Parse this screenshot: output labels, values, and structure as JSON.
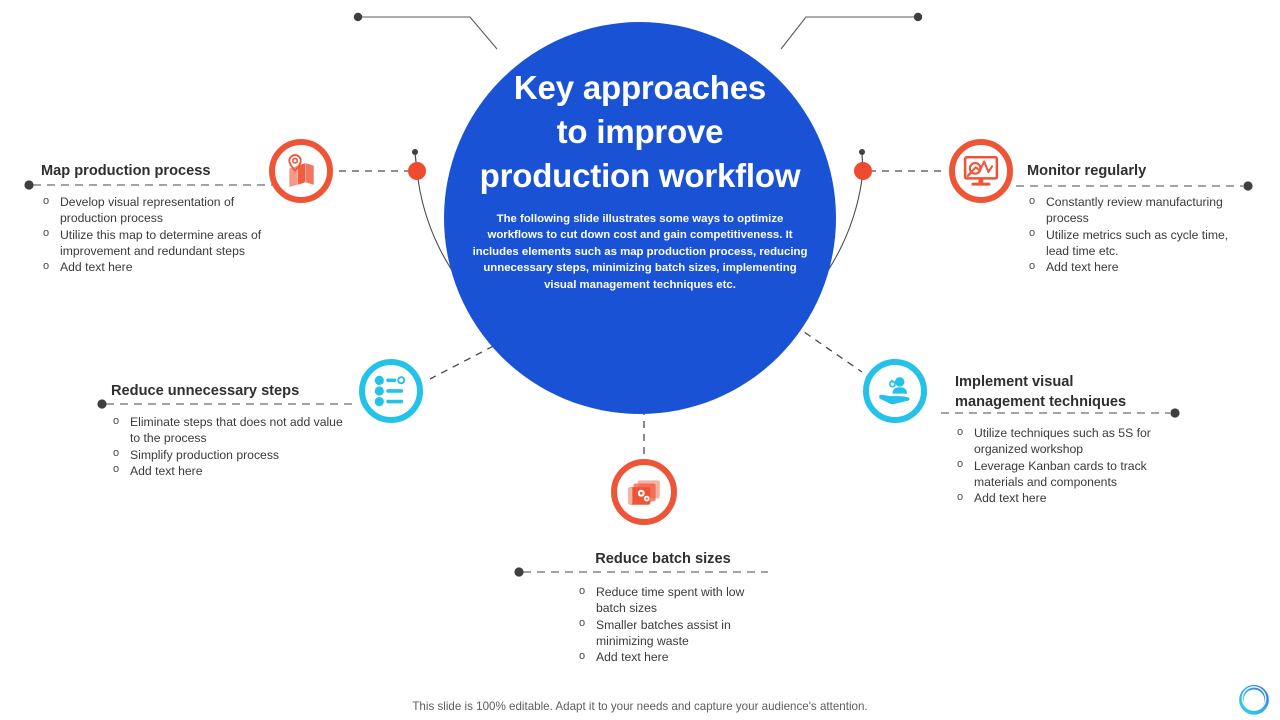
{
  "hub": {
    "title": "Key approaches to improve production workflow",
    "title_lines": [
      "Key approaches",
      "to improve",
      "production workflow"
    ],
    "subtitle": "The following slide illustrates some ways to optimize workflows to cut down cost and gain competitiveness. It includes elements such as map production process, reducing unnecessary steps, minimizing batch sizes, implementing visual management techniques etc."
  },
  "colors": {
    "hub_blue": "#1A52D6",
    "accent_orange": "#EE5537",
    "accent_cyan": "#24C1E8",
    "dot_gray": "#3f3f3f",
    "line_gray": "#6e6e6e",
    "text_dark": "#2f2f2f"
  },
  "nodes": [
    {
      "id": "map-production-process",
      "heading": "Map production process",
      "icon": "map-pin-icon",
      "icon_color": "#EE5537",
      "bullets": [
        "Develop visual representation of production process",
        "Utilize this map to determine areas of improvement and redundant steps",
        "Add text here"
      ]
    },
    {
      "id": "monitor-regularly",
      "heading": "Monitor regularly",
      "icon": "monitor-analytics-icon",
      "icon_color": "#EE5537",
      "bullets": [
        "Constantly review manufacturing process",
        "Utilize metrics such as cycle time, lead time etc.",
        "Add text here"
      ]
    },
    {
      "id": "reduce-unnecessary-steps",
      "heading": "Reduce unnecessary steps",
      "icon": "settings-checklist-icon",
      "icon_color": "#24C1E8",
      "bullets": [
        "Eliminate steps that does not add value to the process",
        "Simplify production process",
        "Add text here"
      ]
    },
    {
      "id": "implement-visual-management-techniques",
      "heading": "Implement visual management techniques",
      "icon": "hand-person-icon",
      "icon_color": "#24C1E8",
      "bullets": [
        "Utilize techniques such as 5S for organized workshop",
        "Leverage Kanban cards to track materials and components",
        "Add text here"
      ]
    },
    {
      "id": "reduce-batch-sizes",
      "heading": "Reduce batch sizes",
      "icon": "stacked-cards-gears-icon",
      "icon_color": "#EE5537",
      "bullets": [
        "Reduce time spent with low batch sizes",
        "Smaller batches assist in minimizing waste",
        "Add text here"
      ]
    }
  ],
  "footer": {
    "note": "This slide is 100% editable. Adapt it to your needs and capture your audience's attention.",
    "logo": "circle-ring-logo"
  }
}
